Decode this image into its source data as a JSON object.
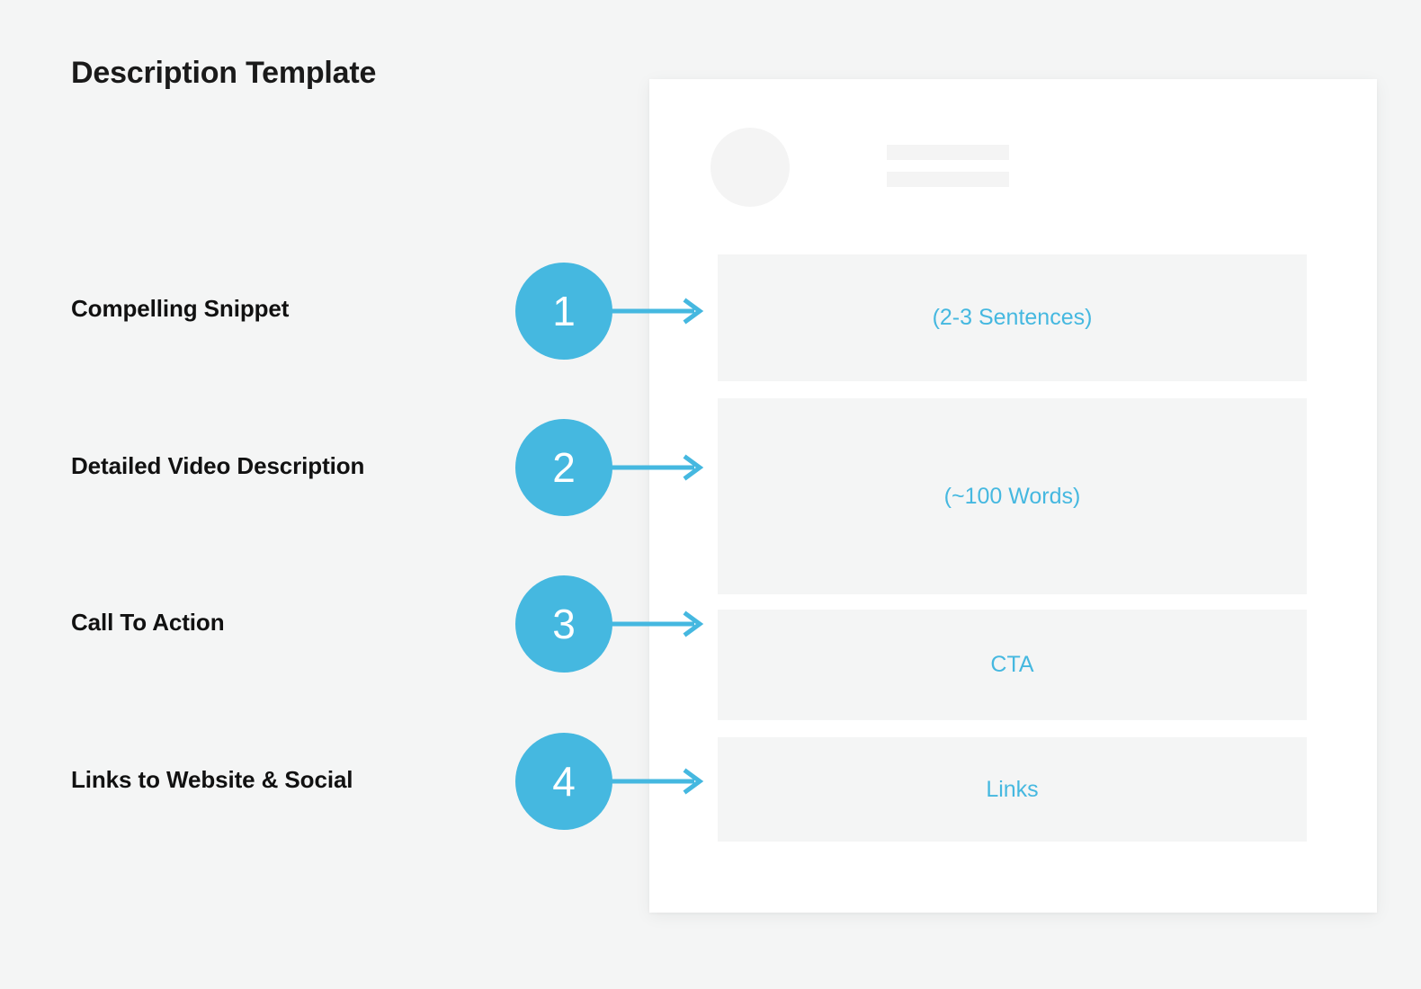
{
  "page": {
    "title": "Description Template",
    "background_color": "#f4f5f5",
    "accent_color": "#45b8e0",
    "block_color": "#f4f5f5",
    "placeholder_color": "#f4f4f4"
  },
  "steps": [
    {
      "number": "1",
      "label": "Compelling Snippet"
    },
    {
      "number": "2",
      "label": "Detailed Video Description"
    },
    {
      "number": "3",
      "label": "Call To Action"
    },
    {
      "number": "4",
      "label": "Links to Website & Social"
    }
  ],
  "card": {
    "blocks": [
      {
        "text": "(2-3 Sentences)"
      },
      {
        "text": "(~100 Words)"
      },
      {
        "text": "CTA"
      },
      {
        "text": "Links"
      }
    ]
  }
}
